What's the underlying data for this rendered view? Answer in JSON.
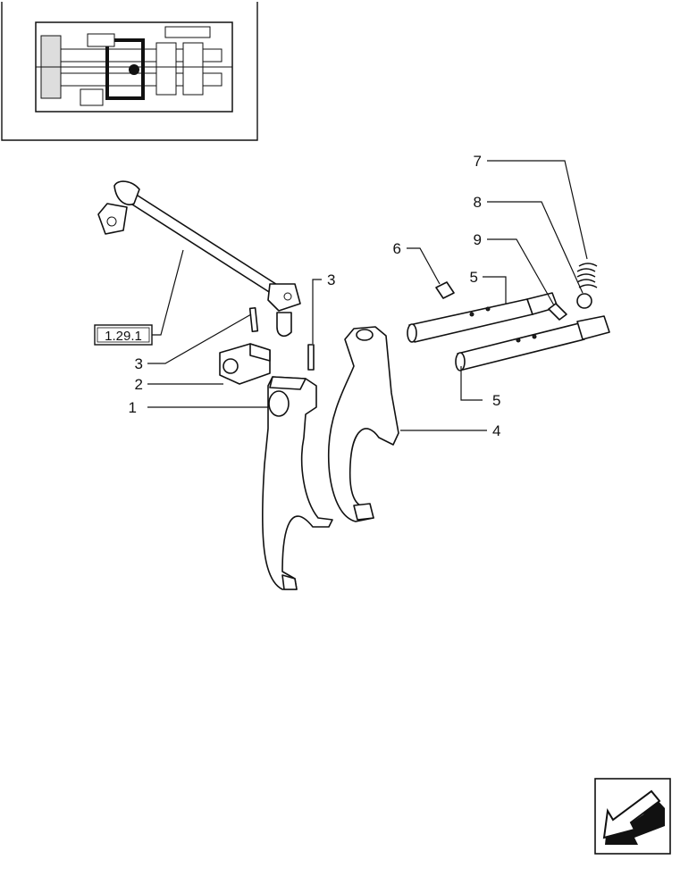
{
  "inset": {
    "label": "gearbox-section-thumbnail"
  },
  "reference_box": {
    "label": "1.29.1"
  },
  "callouts": [
    {
      "id": "c1",
      "label": "1"
    },
    {
      "id": "c2",
      "label": "2"
    },
    {
      "id": "c3a",
      "label": "3"
    },
    {
      "id": "c3b",
      "label": "3"
    },
    {
      "id": "c4",
      "label": "4"
    },
    {
      "id": "c5a",
      "label": "5"
    },
    {
      "id": "c5b",
      "label": "5"
    },
    {
      "id": "c6",
      "label": "6"
    },
    {
      "id": "c7",
      "label": "7"
    },
    {
      "id": "c8",
      "label": "8"
    },
    {
      "id": "c9",
      "label": "9"
    }
  ],
  "nav_button": {
    "icon": "arrow-down-left-icon"
  }
}
